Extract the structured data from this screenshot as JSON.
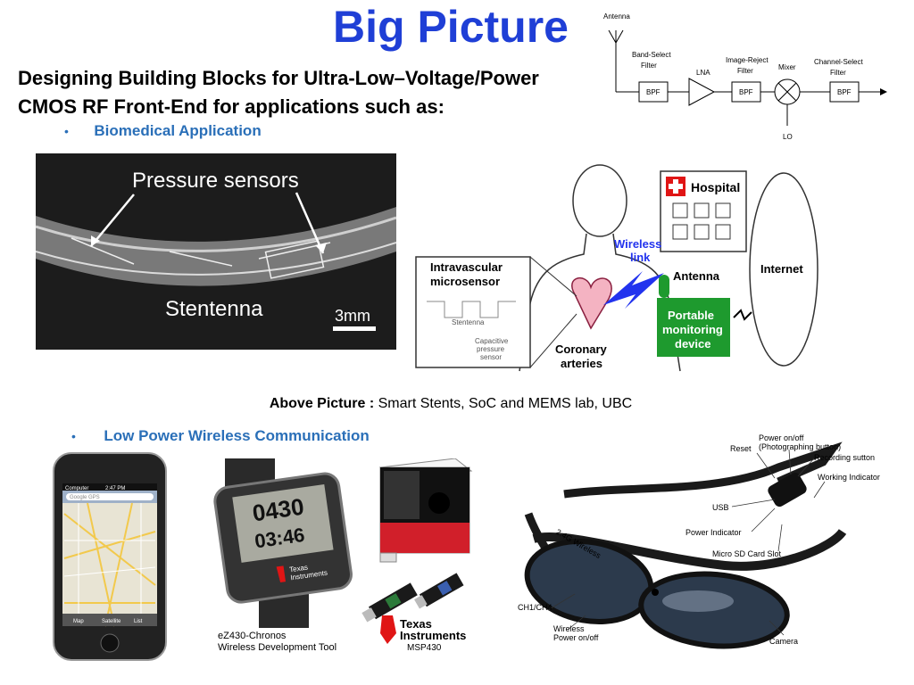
{
  "slide": {
    "title": "Big Picture",
    "subtitle_line1": "Designing Building Blocks for Ultra-Low–Voltage/Power",
    "subtitle_line2": "CMOS RF Front-End for applications such as:",
    "bullet1": "Biomedical Application",
    "bullet2": "Low Power Wireless Communication",
    "bullet_marker": "•",
    "caption_bold": "Above Picture :",
    "caption_text": " Smart Stents, SoC and MEMS lab, UBC"
  },
  "rf_diagram": {
    "antenna": "Antenna",
    "band_select_line1": "Band-Select",
    "band_select_line2": "Filter",
    "lna": "LNA",
    "image_reject_line1": "Image-Reject",
    "image_reject_line2": "Filter",
    "mixer": "Mixer",
    "channel_select_line1": "Channel-Select",
    "channel_select_line2": "Filter",
    "bpf": "BPF",
    "lo": "LO"
  },
  "stent_photo": {
    "pressure_sensors": "Pressure sensors",
    "stentenna": "Stentenna",
    "scale": "3mm"
  },
  "body_diagram": {
    "hospital": "Hospital",
    "wireless_link_line1": "Wireless",
    "wireless_link_line2": "link",
    "antenna": "Antenna",
    "internet": "Internet",
    "intravascular_line1": "Intravascular",
    "intravascular_line2": "microsensor",
    "stentenna": "Stentenna",
    "capacitive_line1": "Capacitive",
    "capacitive_line2": "pressure",
    "capacitive_line3": "sensor",
    "coronary_line1": "Coronary",
    "coronary_line2": "arteries",
    "portable_line1": "Portable",
    "portable_line2": "monitoring",
    "portable_line3": "device"
  },
  "phone": {
    "status_carrier": "Computer",
    "status_time": "2:47 PM",
    "search_placeholder": "Google GPS",
    "tab1": "Map",
    "tab2": "Satellite",
    "tab3": "List"
  },
  "watch": {
    "display_top": "0430",
    "display_bottom": "03:46",
    "brand_line1": "Texas",
    "brand_line2": "Instruments",
    "caption_line1": "eZ430-Chronos",
    "caption_line2": "Wireless Development Tool"
  },
  "ti_logo": {
    "line1": "Texas",
    "line2": "Instruments",
    "line3": "MSP430"
  },
  "glasses": {
    "reset": "Reset",
    "power_line1": "Power on/off",
    "power_line2": "(Photographing button)",
    "recording": "Recording sutton",
    "working": "Working Indicator",
    "usb": "USB",
    "power_indicator": "Power Indicator",
    "micro_sd": "Micro SD Card Slot",
    "wireless_24": "2.4G Wireless",
    "ch": "CH1/CH4",
    "wireless_power_line1": "Wireless",
    "wireless_power_line2": "Power on/off",
    "camera": "Camera"
  },
  "colors": {
    "title": "#1f3fd6",
    "bullet": "#2a6fb8",
    "hospital_cross": "#e01515",
    "device_green": "#1e9a2e",
    "wireless_blue": "#2233ee"
  }
}
